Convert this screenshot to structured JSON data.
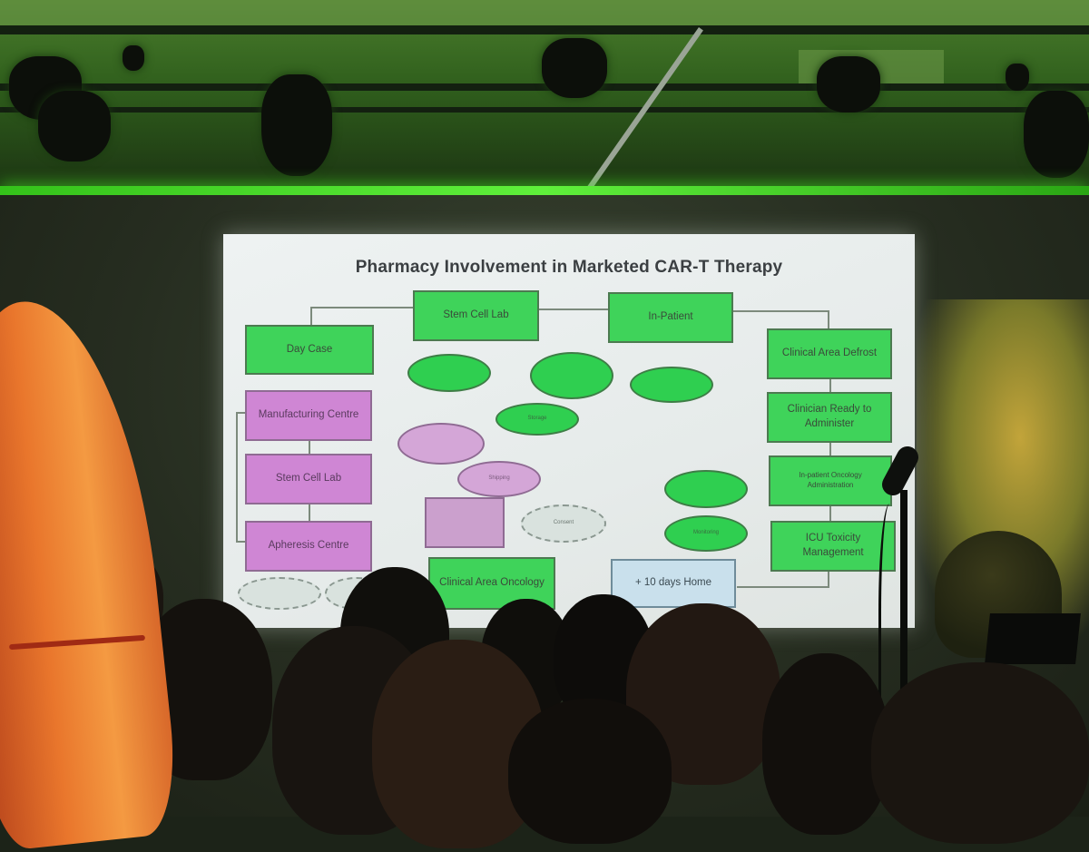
{
  "slide": {
    "title": "Pharmacy Involvement in Marketed CAR-T Therapy",
    "boxes": {
      "stem_cell_lab_top": "Stem Cell Lab",
      "in_patient": "In-Patient",
      "day_case": "Day Case",
      "manufacturing_centre": "Manufacturing Centre",
      "stem_cell_lab_left": "Stem Cell Lab",
      "apheresis_centre": "Apheresis Centre",
      "clinical_area_oncology": "Clinical Area Oncology",
      "plus_10_days_home": "+ 10 days Home",
      "clinical_area_defrost": "Clinical Area Defrost",
      "clinician_ready": "Clinician Ready to Administer",
      "inpatient_oncology_admin": "In-patient Oncology Administration",
      "icu_toxicity": "ICU Toxicity Management"
    },
    "ovals": {
      "o1": "Storage",
      "o2": "Consent",
      "o3": "Shipping",
      "o4": "Monitoring"
    }
  },
  "colors": {
    "green_box": "#3fd35a",
    "pink_box": "#cf86d4",
    "blue_box": "#c9e0ec",
    "stage_green": "#45e024"
  }
}
